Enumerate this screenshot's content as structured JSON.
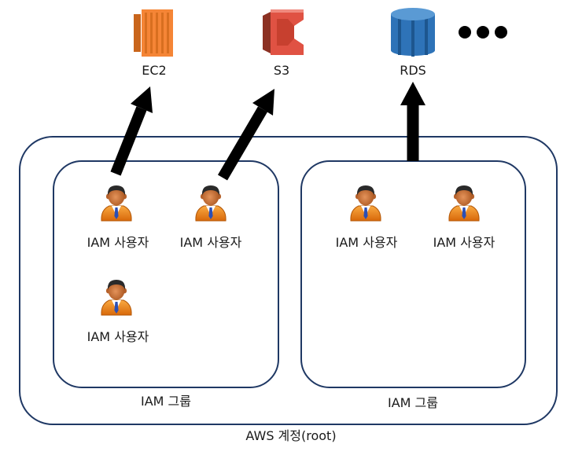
{
  "services": [
    {
      "label": "EC2",
      "icon": "ec2-icon"
    },
    {
      "label": "S3",
      "icon": "s3-icon"
    },
    {
      "label": "RDS",
      "icon": "rds-icon"
    }
  ],
  "more_icon": "ellipsis-icon",
  "user_icon": "user-icon",
  "groups": [
    {
      "label": "IAM 그룹",
      "users": [
        "IAM 사용자",
        "IAM 사용자",
        "IAM 사용자"
      ]
    },
    {
      "label": "IAM 그룹",
      "users": [
        "IAM 사용자",
        "IAM 사용자"
      ]
    }
  ],
  "account": {
    "label": "AWS 계정(root)"
  },
  "colors": {
    "border": "#1f3864",
    "arrow": "#000000",
    "text": "#1a1a1a",
    "user_suit": "#e8820c",
    "ec2": "#f58536",
    "s3": "#e05243",
    "rds": "#2e73b8"
  }
}
